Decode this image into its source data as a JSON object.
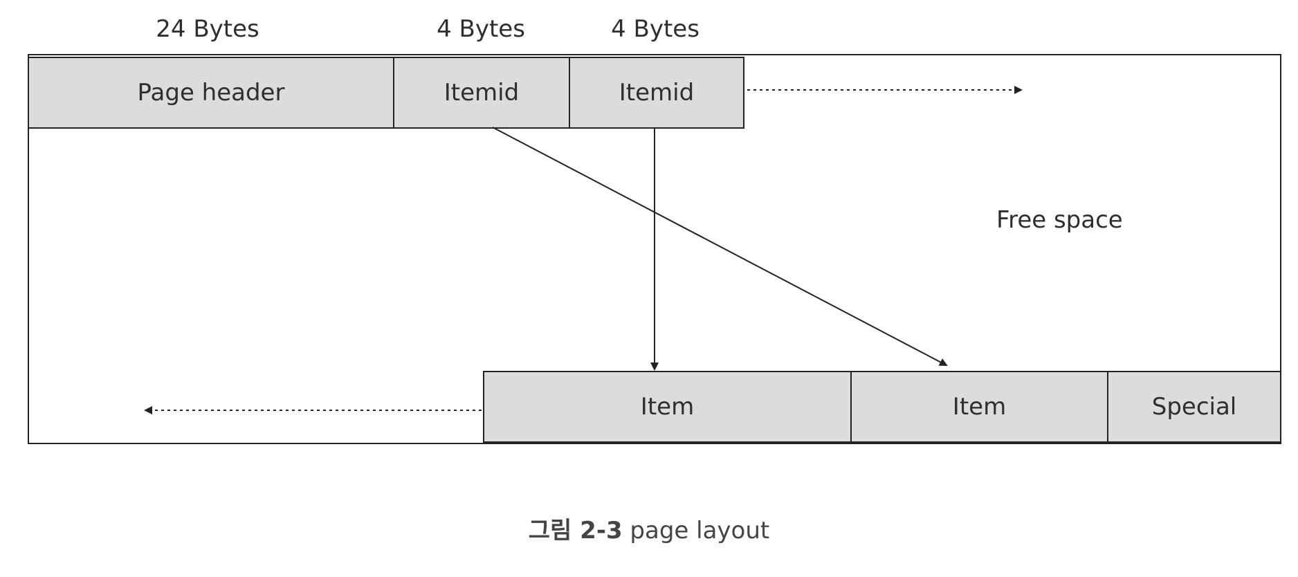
{
  "size_labels": [
    "24 Bytes",
    "4 Bytes",
    "4 Bytes"
  ],
  "header_row": {
    "page_header": "Page header",
    "itemid_1": "Itemid",
    "itemid_2": "Itemid"
  },
  "free_space_label": "Free space",
  "item_row": {
    "item_1": "Item",
    "item_2": "Item",
    "special": "Special"
  },
  "caption": {
    "prefix": "그림 ",
    "number": "2-3",
    "text": " page layout"
  },
  "colors": {
    "cell_fill": "#dcdcdc",
    "border": "#222222",
    "text": "#2e2e2e"
  }
}
